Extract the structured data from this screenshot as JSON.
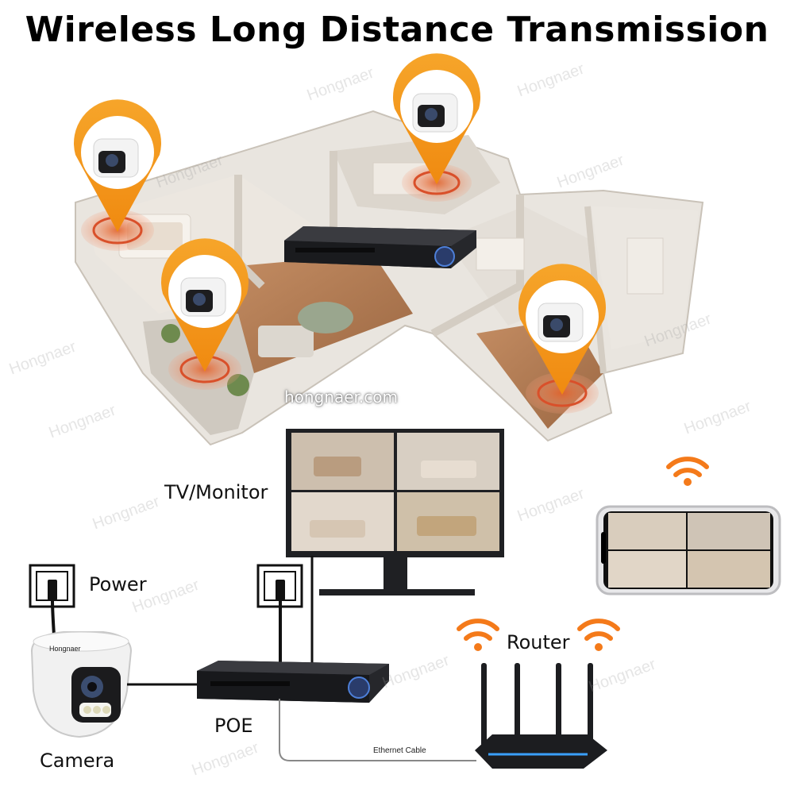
{
  "title": "Wireless Long Distance Transmission",
  "website": "hongnaer.com",
  "watermark": "Hongnaer",
  "camera_brand": "Hongnaer",
  "labels": {
    "tv_monitor": "TV/Monitor",
    "power": "Power",
    "router": "Router",
    "poe": "POE",
    "camera": "Camera",
    "ethernet_cable": "Ethernet Cable"
  },
  "colors": {
    "pin_orange": "#f39a1e",
    "wifi_orange": "#f47a1a",
    "floor_wood": "#b07a54",
    "wall": "#e8e3dc",
    "device_black": "#1c1d20",
    "router_blue": "#3aa0ff"
  }
}
